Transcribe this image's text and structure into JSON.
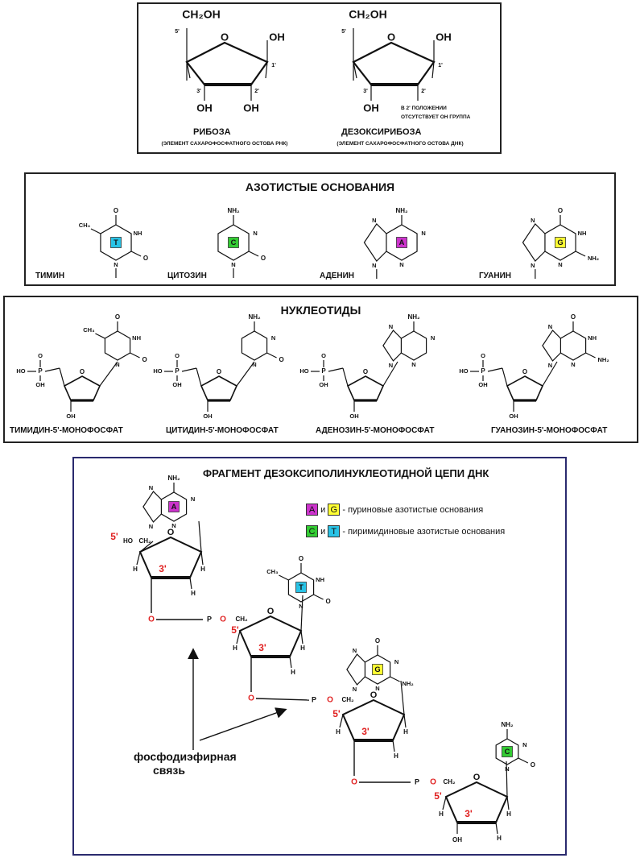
{
  "sugars": {
    "ch2oh": "CH₂OH",
    "oh": "OH",
    "pos5": "5'",
    "pos1": "1'",
    "pos2": "2'",
    "pos3": "3'",
    "ribose": {
      "name": "РИБОЗА",
      "sub": "(ЭЛЕМЕНТ САХАРОФОСФАТНОГО ОСТОВА РНК)"
    },
    "deoxyribose": {
      "name": "ДЕЗОКСИРИБОЗА",
      "sub": "(ЭЛЕМЕНТ САХАРОФОСФАТНОГО ОСТОВА ДНК)",
      "note1": "В 2' ПОЛОЖЕНИИ",
      "note2": "ОТСУТСТВУЕТ ОН ГРУППА"
    }
  },
  "bases": {
    "title": "АЗОТИСТЫЕ ОСНОВАНИЯ",
    "items": [
      {
        "name": "ТИМИН",
        "letter": "T",
        "color": "#29c3e6"
      },
      {
        "name": "ЦИТОЗИН",
        "letter": "C",
        "color": "#33cc33"
      },
      {
        "name": "АДЕНИН",
        "letter": "A",
        "color": "#cc33cc"
      },
      {
        "name": "ГУАНИН",
        "letter": "G",
        "color": "#ffff33"
      }
    ]
  },
  "nucleotides": {
    "title": "НУКЛЕОТИДЫ",
    "items": [
      "ТИМИДИН-5'-МОНОФОСФАТ",
      "ЦИТИДИН-5'-МОНОФОСФАТ",
      "АДЕНОЗИН-5'-МОНОФОСФАТ",
      "ГУАНОЗИН-5'-МОНОФОСФАТ"
    ]
  },
  "dna": {
    "title": "ФРАГМЕНТ ДЕЗОКСИПОЛИНУКЛЕОТИДНОЙ ЦЕПИ ДНК",
    "legend": {
      "and": "и",
      "purine": "- пуриновые азотистые основания",
      "pyrimidine": "- пиримидиновые азотистые основания"
    },
    "bond": {
      "line1": "фосфодиэфирная",
      "line2": "связь"
    },
    "p5": "5'",
    "p3": "3'",
    "atoms": {
      "O": "O",
      "P": "P",
      "H": "H",
      "HO": "HO",
      "OH": "OH",
      "CH2": "CH₂",
      "NH2": "NH₂",
      "N": "N",
      "C": "C"
    }
  },
  "atoms": {
    "N": "N",
    "NH": "NH",
    "O": "O",
    "NH2": "NH₂",
    "CH3": "CH₃",
    "HO": "HO",
    "OH": "OH",
    "P": "P"
  }
}
